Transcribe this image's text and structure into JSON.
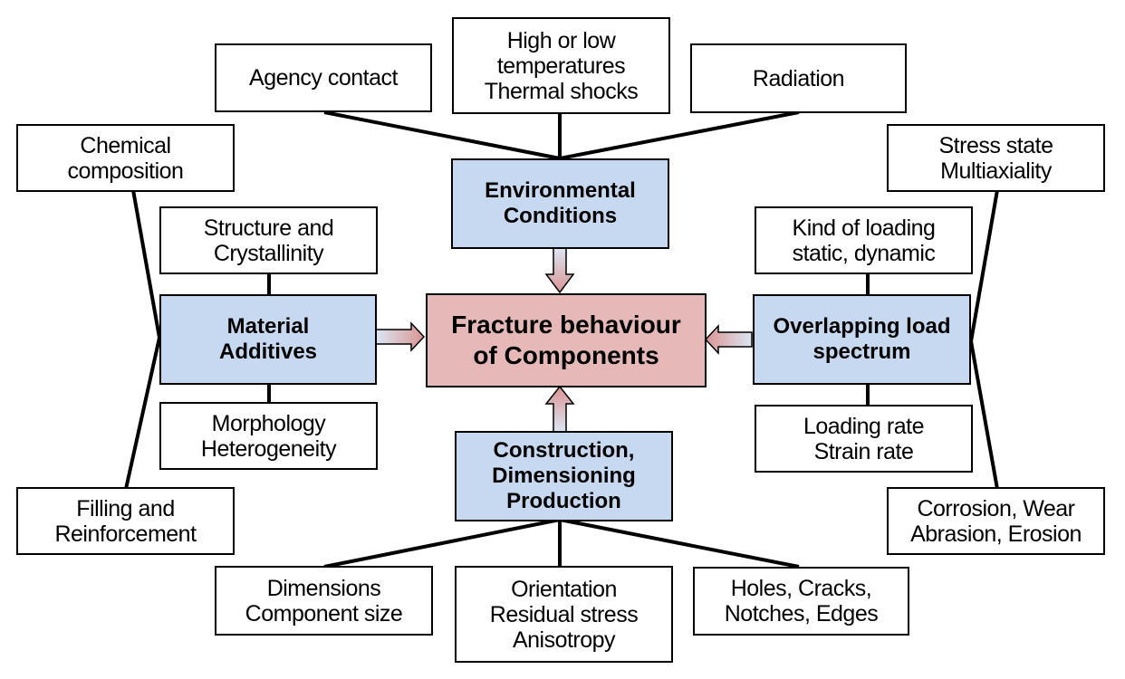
{
  "center": {
    "label": "Fracture behaviour\nof Components",
    "color": "#e6b9b8"
  },
  "categories": {
    "environmental": {
      "label": "Environmental\nConditions",
      "factors": [
        "Agency contact",
        "High or low\ntemperatures\nThermal shocks",
        "Radiation"
      ]
    },
    "material": {
      "label": "Material\nAdditives",
      "factors": [
        "Chemical\ncomposition",
        "Structure and\nCrystallinity",
        "Morphology\nHeterogeneity",
        "Filling and\nReinforcement"
      ]
    },
    "load": {
      "label": "Overlapping load\nspectrum",
      "factors": [
        "Stress state\nMultiaxiality",
        "Kind of loading\nstatic, dynamic",
        "Loading rate\nStrain rate",
        "Corrosion, Wear\nAbrasion, Erosion"
      ]
    },
    "construction": {
      "label": "Construction,\nDimensioning\nProduction",
      "factors": [
        "Dimensions\nComponent size",
        "Orientation\nResidual stress\nAnisotropy",
        "Holes, Cracks,\nNotches, Edges"
      ]
    }
  },
  "colors": {
    "category_fill": "#c6d9f1",
    "leaf_fill": "#ffffff",
    "arrow_start": "#dce6f2",
    "arrow_end": "#d99594"
  }
}
